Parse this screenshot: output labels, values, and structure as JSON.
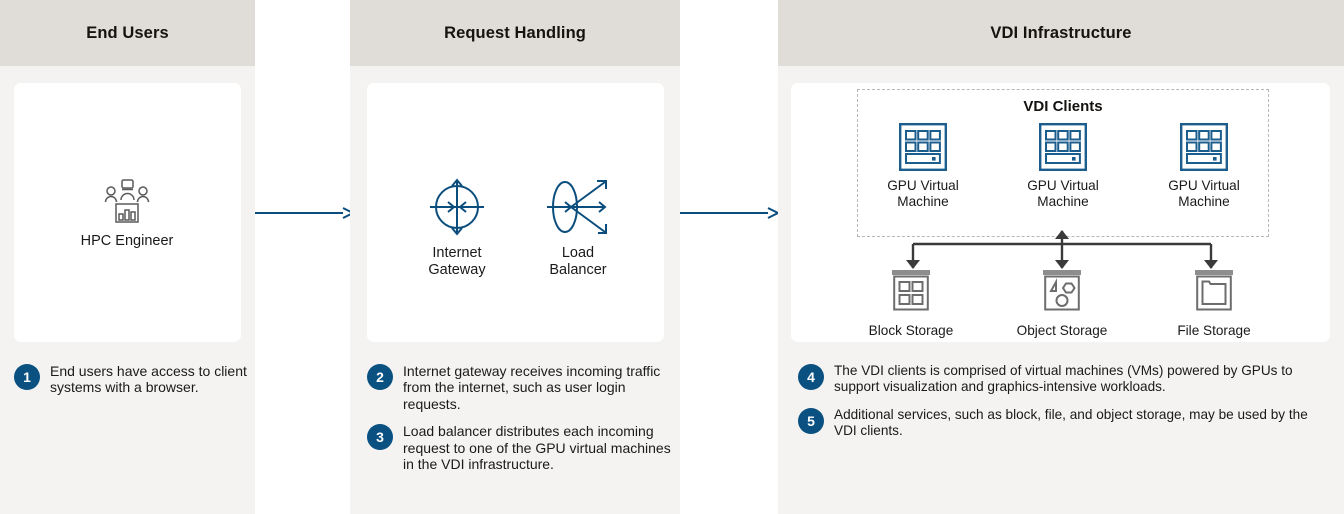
{
  "columns": [
    {
      "header": "End Users"
    },
    {
      "header": "Request Handling"
    },
    {
      "header": "VDI Infrastructure"
    }
  ],
  "end_users": {
    "node_label": "HPC Engineer",
    "icon": "people-chart-icon"
  },
  "request_handling": {
    "nodes": [
      {
        "label": "Internet\nGateway",
        "icon": "internet-gateway-icon"
      },
      {
        "label": "Load\nBalancer",
        "icon": "load-balancer-icon"
      }
    ]
  },
  "vdi_infrastructure": {
    "group_title": "VDI Clients",
    "clients": [
      {
        "label": "GPU Virtual\nMachine",
        "icon": "gpu-virtual-machine-icon"
      },
      {
        "label": "GPU Virtual\nMachine",
        "icon": "gpu-virtual-machine-icon"
      },
      {
        "label": "GPU Virtual\nMachine",
        "icon": "gpu-virtual-machine-icon"
      }
    ],
    "storage": [
      {
        "label": "Block Storage",
        "icon": "block-storage-icon"
      },
      {
        "label": "Object Storage",
        "icon": "object-storage-icon"
      },
      {
        "label": "File Storage",
        "icon": "file-storage-icon"
      }
    ]
  },
  "callouts": {
    "end_users": [
      {
        "number": "1",
        "text": "End users have access to client systems with a browser."
      }
    ],
    "request_handling": [
      {
        "number": "2",
        "text": "Internet gateway receives incoming traffic from the internet, such as user login requests."
      },
      {
        "number": "3",
        "text": "Load balancer distributes each incoming request to one of the GPU virtual machines in the VDI infrastructure."
      }
    ],
    "vdi_infrastructure": [
      {
        "number": "4",
        "text": "The VDI clients is comprised of virtual machines (VMs) powered by GPUs to support visualization and graphics-intensive workloads."
      },
      {
        "number": "5",
        "text": "Additional services, such as block, file, and object storage, may be used by the VDI clients."
      }
    ]
  },
  "colors": {
    "header_band": "#e0ddd9",
    "column_background": "#f4f3f1",
    "card": "#ffffff",
    "accent_blue": "#0b4e7d",
    "badge_blue": "#0a5081",
    "icon_gray": "#555555",
    "dashed_border": "#b9b7b4"
  }
}
